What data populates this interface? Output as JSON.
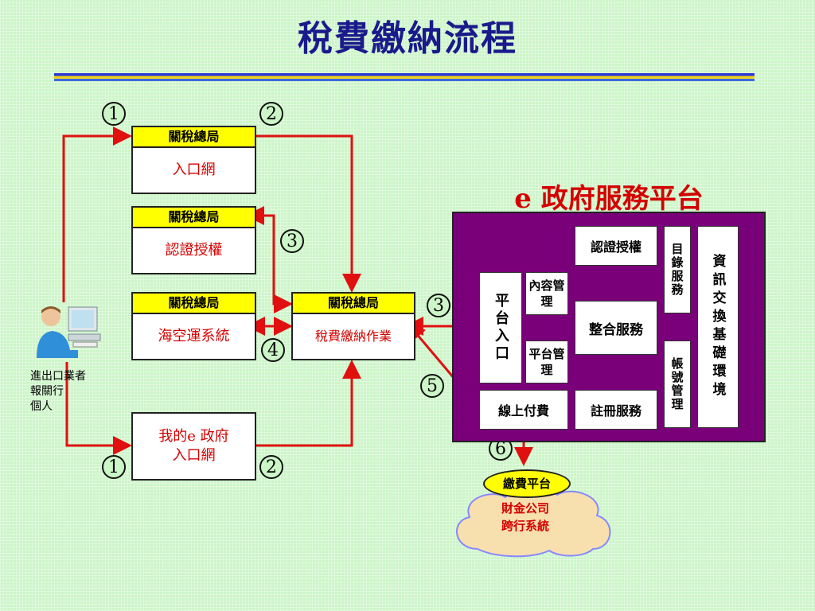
{
  "title": "稅費繳納流程",
  "nodes": {
    "portal": {
      "head": "關稅總局",
      "body": "入口網"
    },
    "auth": {
      "head": "關稅總局",
      "body": "認證授權"
    },
    "sea_air": {
      "head": "關稅總局",
      "body": "海空運系統"
    },
    "tax_pay": {
      "head": "關稅總局",
      "body": "稅費繳納作業"
    },
    "my_egov": {
      "body_line1": "我的e 政府",
      "body_line2": "入口網"
    }
  },
  "steps": {
    "step1_top": "1",
    "step2_top": "2",
    "step3_auth": "3",
    "step3_platform": "3",
    "step4": "4",
    "step5": "5",
    "step6": "6",
    "step1_bottom": "1",
    "step2_bottom": "2"
  },
  "user": {
    "line1": "進出口業者",
    "line2": "報關行",
    "line3": "個人"
  },
  "platform": {
    "title": "e 政府服務平台",
    "entry": "平台入口",
    "content_mgmt": "內容管理",
    "platform_mgmt": "平台管理",
    "auth": "認證授權",
    "integration": "整合服務",
    "online_pay": "線上付費",
    "registration": "註冊服務",
    "directory": "目錄服務",
    "account_mgmt": "帳號管理",
    "infra": "資訊交換基礎環境"
  },
  "payment": {
    "badge": "繳費平台",
    "line1": "財金公司",
    "line2": "跨行系統"
  },
  "colors": {
    "title": "#1a1a8c",
    "arrow": "#e01010",
    "platform_bg": "#7a007a",
    "header": "#ffff00"
  }
}
